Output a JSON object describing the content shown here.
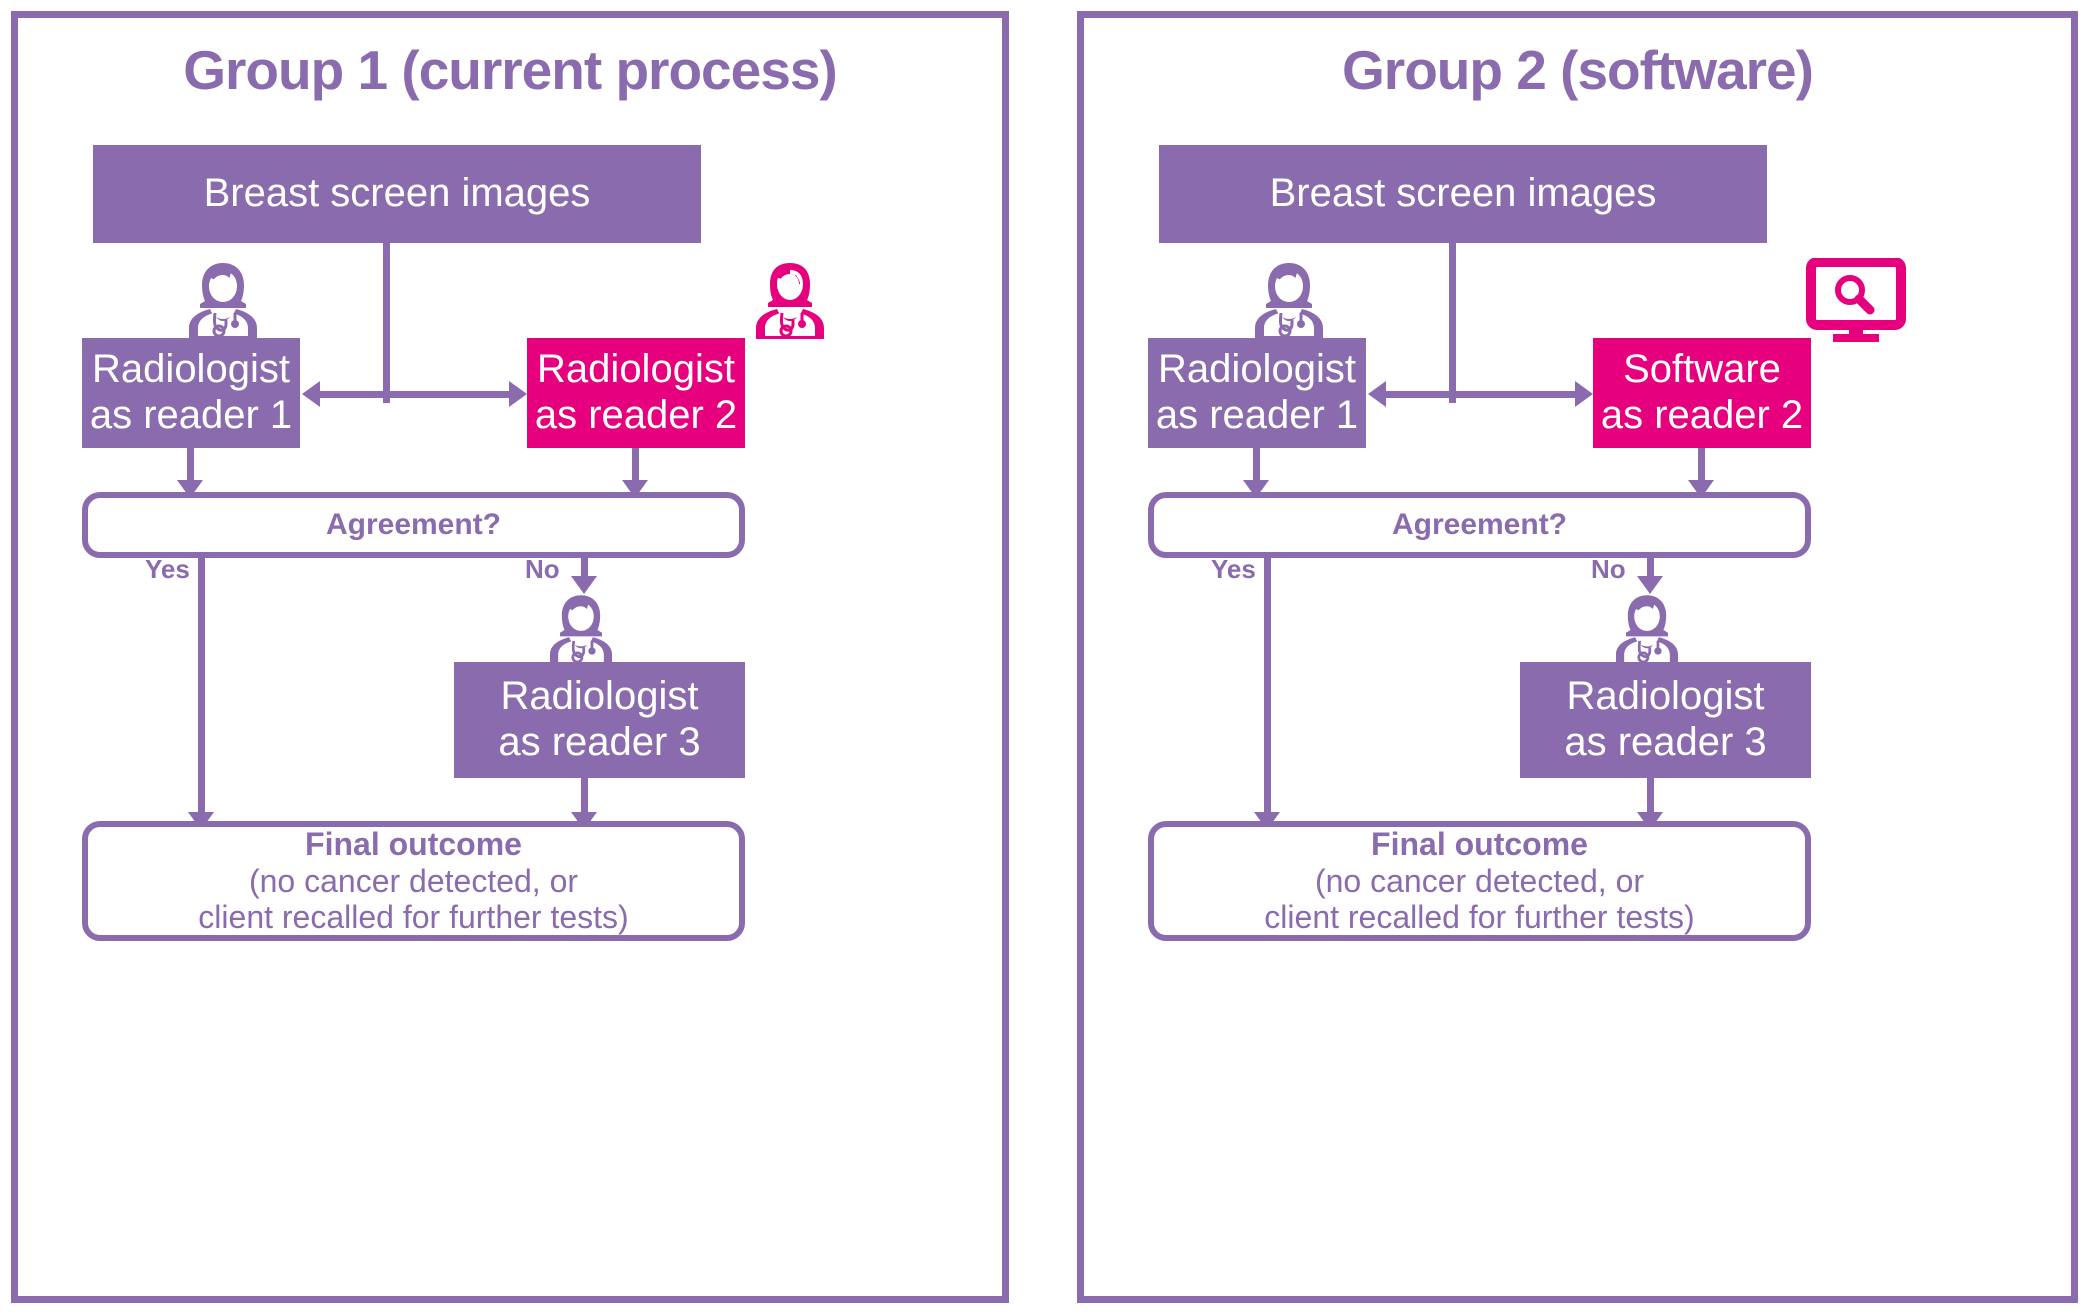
{
  "diagram": {
    "title_hidden": "Breast screening double-reading pathways",
    "colors": {
      "purple": "#8a6cae",
      "pink": "#e6007e",
      "white": "#ffffff"
    }
  },
  "panels": [
    {
      "id": "group1",
      "title": "Group 1 (current process)",
      "source": "Breast screen images",
      "reader1": "Radiologist\nas reader 1",
      "reader1_line1": "Radiologist",
      "reader1_line2": "as reader 1",
      "reader2_line1": "Radiologist",
      "reader2_line2": "as reader 2",
      "reader2_icon": "radiologist-male-icon",
      "decision": "Agreement?",
      "yes_label": "Yes",
      "no_label": "No",
      "reader3_line1": "Radiologist",
      "reader3_line2": "as reader 3",
      "outcome_title": "Final outcome",
      "outcome_line1": "(no cancer detected, or",
      "outcome_line2": "client recalled for further tests)"
    },
    {
      "id": "group2",
      "title": "Group 2 (software)",
      "source": "Breast screen images",
      "reader1_line1": "Radiologist",
      "reader1_line2": "as reader 1",
      "reader2_line1": "Software",
      "reader2_line2": "as reader 2",
      "reader2_icon": "monitor-search-icon",
      "decision": "Agreement?",
      "yes_label": "Yes",
      "no_label": "No",
      "reader3_line1": "Radiologist",
      "reader3_line2": "as reader 3",
      "outcome_title": "Final outcome",
      "outcome_line1": "(no cancer detected, or",
      "outcome_line2": "client recalled for further tests)"
    }
  ]
}
